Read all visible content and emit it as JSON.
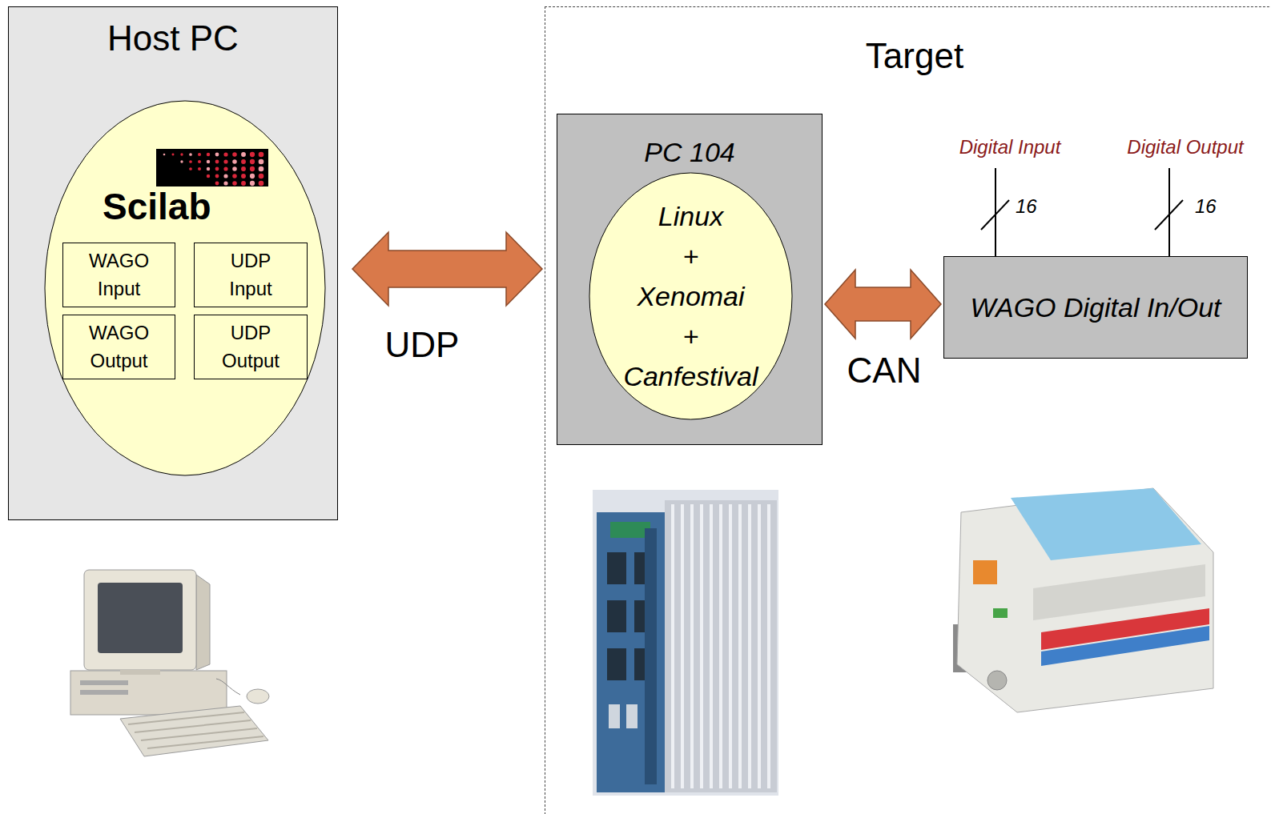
{
  "diagram": {
    "nodes": [
      {
        "text": [
          "Host PC"
        ]
      },
      {
        "text": [
          "Scilab"
        ],
        "in": 0
      },
      {
        "text": [
          "WAGO Input"
        ],
        "in": 1
      },
      {
        "text": [
          "UDP Input"
        ],
        "in": 1
      },
      {
        "text": [
          "WAGO Output"
        ],
        "in": 1
      },
      {
        "text": [
          "UDP Output"
        ],
        "in": 1
      },
      {
        "text": [
          "Target"
        ]
      },
      {
        "text": [
          "PC 104"
        ],
        "in": 6
      },
      {
        "text": [
          "Linux + Xenomai + Canfestival"
        ],
        "in": 7
      },
      {
        "text": [
          "WAGO Digital In/Out"
        ],
        "in": 6
      }
    ],
    "edges": [
      {
        "from": 0,
        "to": 7,
        "arrow": "both",
        "label": "UDP"
      },
      {
        "from": 7,
        "to": 9,
        "arrow": "both",
        "label": "CAN"
      }
    ],
    "labels": [
      "Digital Input",
      "16",
      "Digital Output",
      "16"
    ]
  }
}
